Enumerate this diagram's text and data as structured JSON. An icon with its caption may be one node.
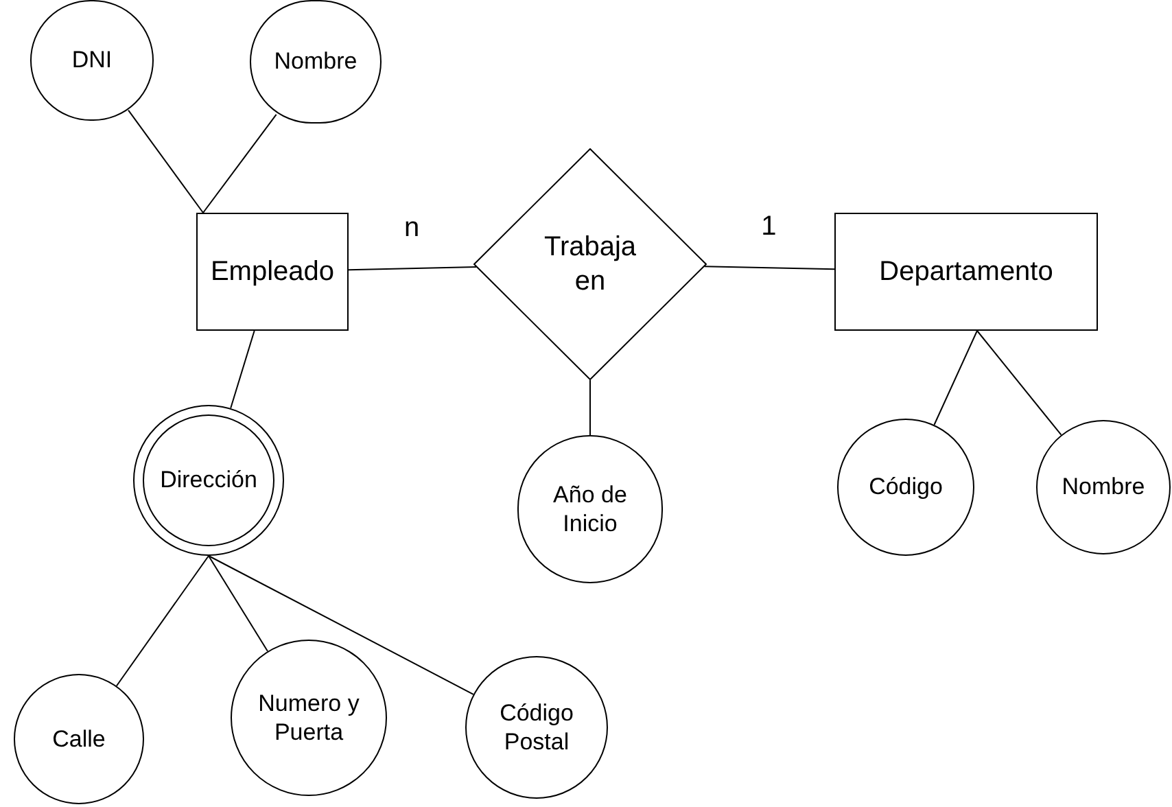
{
  "diagram": {
    "nodes": [
      {
        "text": [
          "DNI"
        ]
      },
      {
        "text": [
          "Nombre"
        ]
      },
      {
        "text": [
          "Empleado"
        ]
      },
      {
        "text": [
          "Trabaja en"
        ]
      },
      {
        "text": [
          "Departamento"
        ]
      },
      {
        "text": [
          "Dirección"
        ]
      },
      {
        "text": [
          "Año de Inicio"
        ]
      },
      {
        "text": [
          "Código"
        ]
      },
      {
        "text": [
          "Nombre"
        ]
      },
      {
        "text": [
          "Calle"
        ]
      },
      {
        "text": [
          "Numero y Puerta"
        ]
      },
      {
        "text": [
          "Código Postal"
        ]
      }
    ],
    "edges": [
      {
        "from": 0,
        "to": 2,
        "arrow": "none"
      },
      {
        "from": 1,
        "to": 2,
        "arrow": "none"
      },
      {
        "from": 2,
        "to": 3,
        "arrow": "none",
        "label": "n"
      },
      {
        "from": 3,
        "to": 4,
        "arrow": "none",
        "label": "1"
      },
      {
        "from": 2,
        "to": 5,
        "arrow": "none"
      },
      {
        "from": 3,
        "to": 6,
        "arrow": "none"
      },
      {
        "from": 4,
        "to": 7,
        "arrow": "none"
      },
      {
        "from": 4,
        "to": 8,
        "arrow": "none"
      },
      {
        "from": 5,
        "to": 9,
        "arrow": "none"
      },
      {
        "from": 5,
        "to": 10,
        "arrow": "none"
      },
      {
        "from": 5,
        "to": 11,
        "arrow": "none"
      }
    ]
  }
}
